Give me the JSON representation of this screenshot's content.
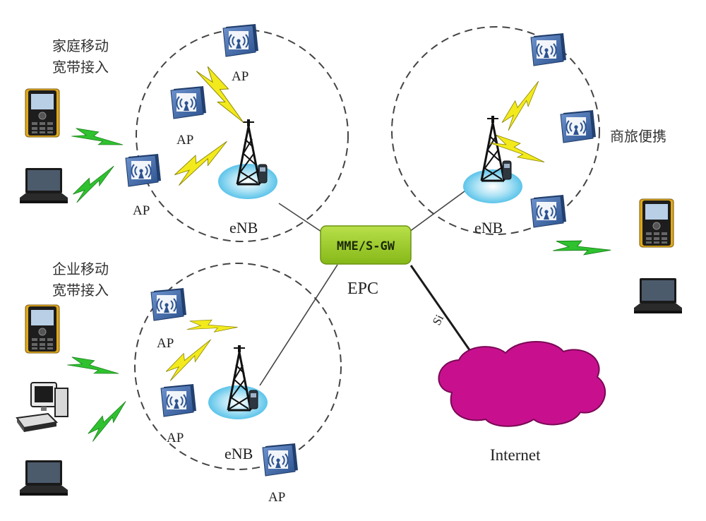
{
  "groups": {
    "home": {
      "line1": "家庭移动",
      "line2": "宽带接入"
    },
    "business": {
      "line1": "企业移动",
      "line2": "宽带接入"
    },
    "travel": {
      "label": "商旅便携"
    }
  },
  "cells": {
    "top_left": {
      "enb_label": "eNB"
    },
    "top_right": {
      "enb_label": "eNB"
    },
    "bottom_left": {
      "enb_label": "eNB"
    }
  },
  "ap_label": "AP",
  "core": {
    "box_label": "MME/S-GW",
    "name": "EPC",
    "link_label": "Si"
  },
  "internet_label": "Internet",
  "colors": {
    "core_box": "#9ccc28",
    "cloud": "#c8108e",
    "bolt_wifi": "#f2ea1c",
    "bolt_link": "#2fc12f",
    "ap_box": "#3a64a8",
    "cell_glow": "#7fd4ee"
  }
}
